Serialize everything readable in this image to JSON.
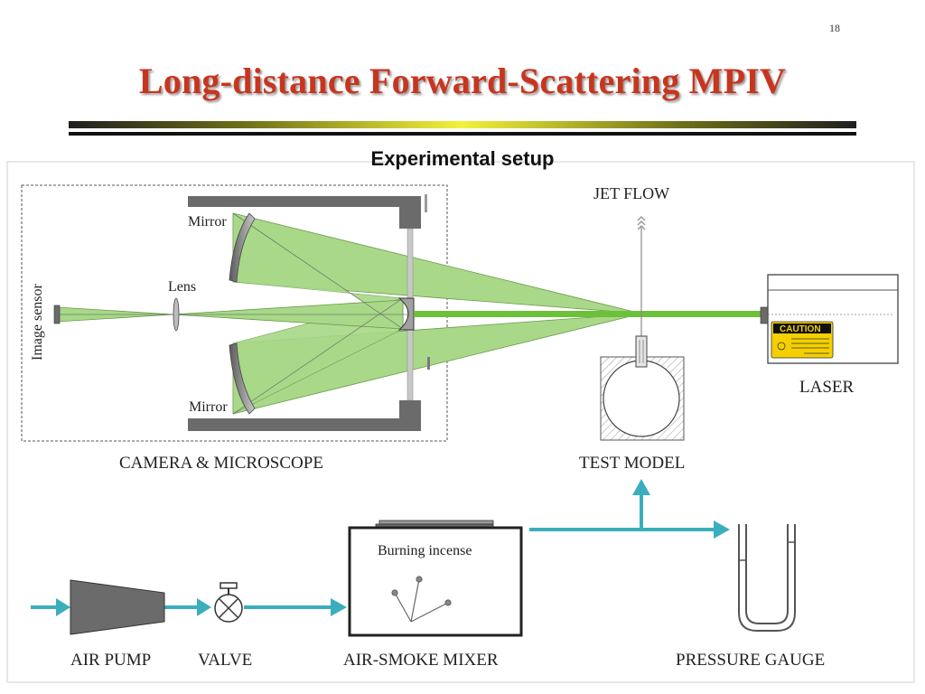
{
  "slide": {
    "page_number": "18",
    "title": "Long-distance Forward-Scattering MPIV",
    "subtitle": "Experimental setup"
  },
  "labels": {
    "image_sensor": "Image sensor",
    "lens": "Lens",
    "mirror_top": "Mirror",
    "mirror_bottom": "Mirror",
    "jet_flow": "JET FLOW",
    "laser": "LASER",
    "caution": "CAUTION",
    "camera_microscope": "CAMERA & MICROSCOPE",
    "test_model": "TEST MODEL",
    "burning_incense": "Burning incense",
    "air_pump": "AIR PUMP",
    "valve": "VALVE",
    "air_smoke_mixer": "AIR-SMOKE MIXER",
    "pressure_gauge": "PRESSURE GAUGE"
  },
  "colors": {
    "title": "#c8351e",
    "beam_fill": "#a8d888",
    "laser_beam": "#6cc03a",
    "flow_arrow": "#3aaebc",
    "housing": "#6b6b6b",
    "caution_yellow": "#f5d000"
  }
}
